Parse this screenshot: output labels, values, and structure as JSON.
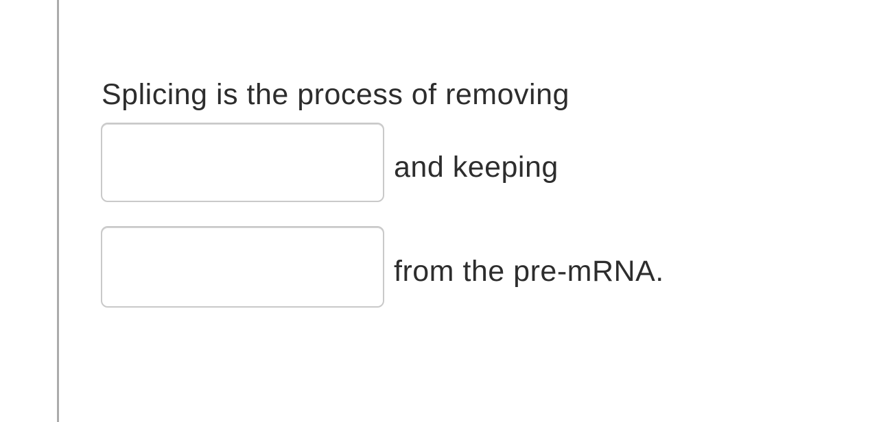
{
  "page": {
    "background_color": "#ffffff",
    "left_rule_color": "#ababab",
    "text_color": "#2d2d2d",
    "blank_border_color": "#c9c9c9"
  },
  "question": {
    "intro_text": "Splicing is the process of removing",
    "middle_text": "and keeping",
    "end_text": "from the pre-mRNA.",
    "blanks": [
      {
        "value": "",
        "placeholder": "",
        "label": "answer blank 1"
      },
      {
        "value": "",
        "placeholder": "",
        "label": "answer blank 2"
      }
    ]
  }
}
